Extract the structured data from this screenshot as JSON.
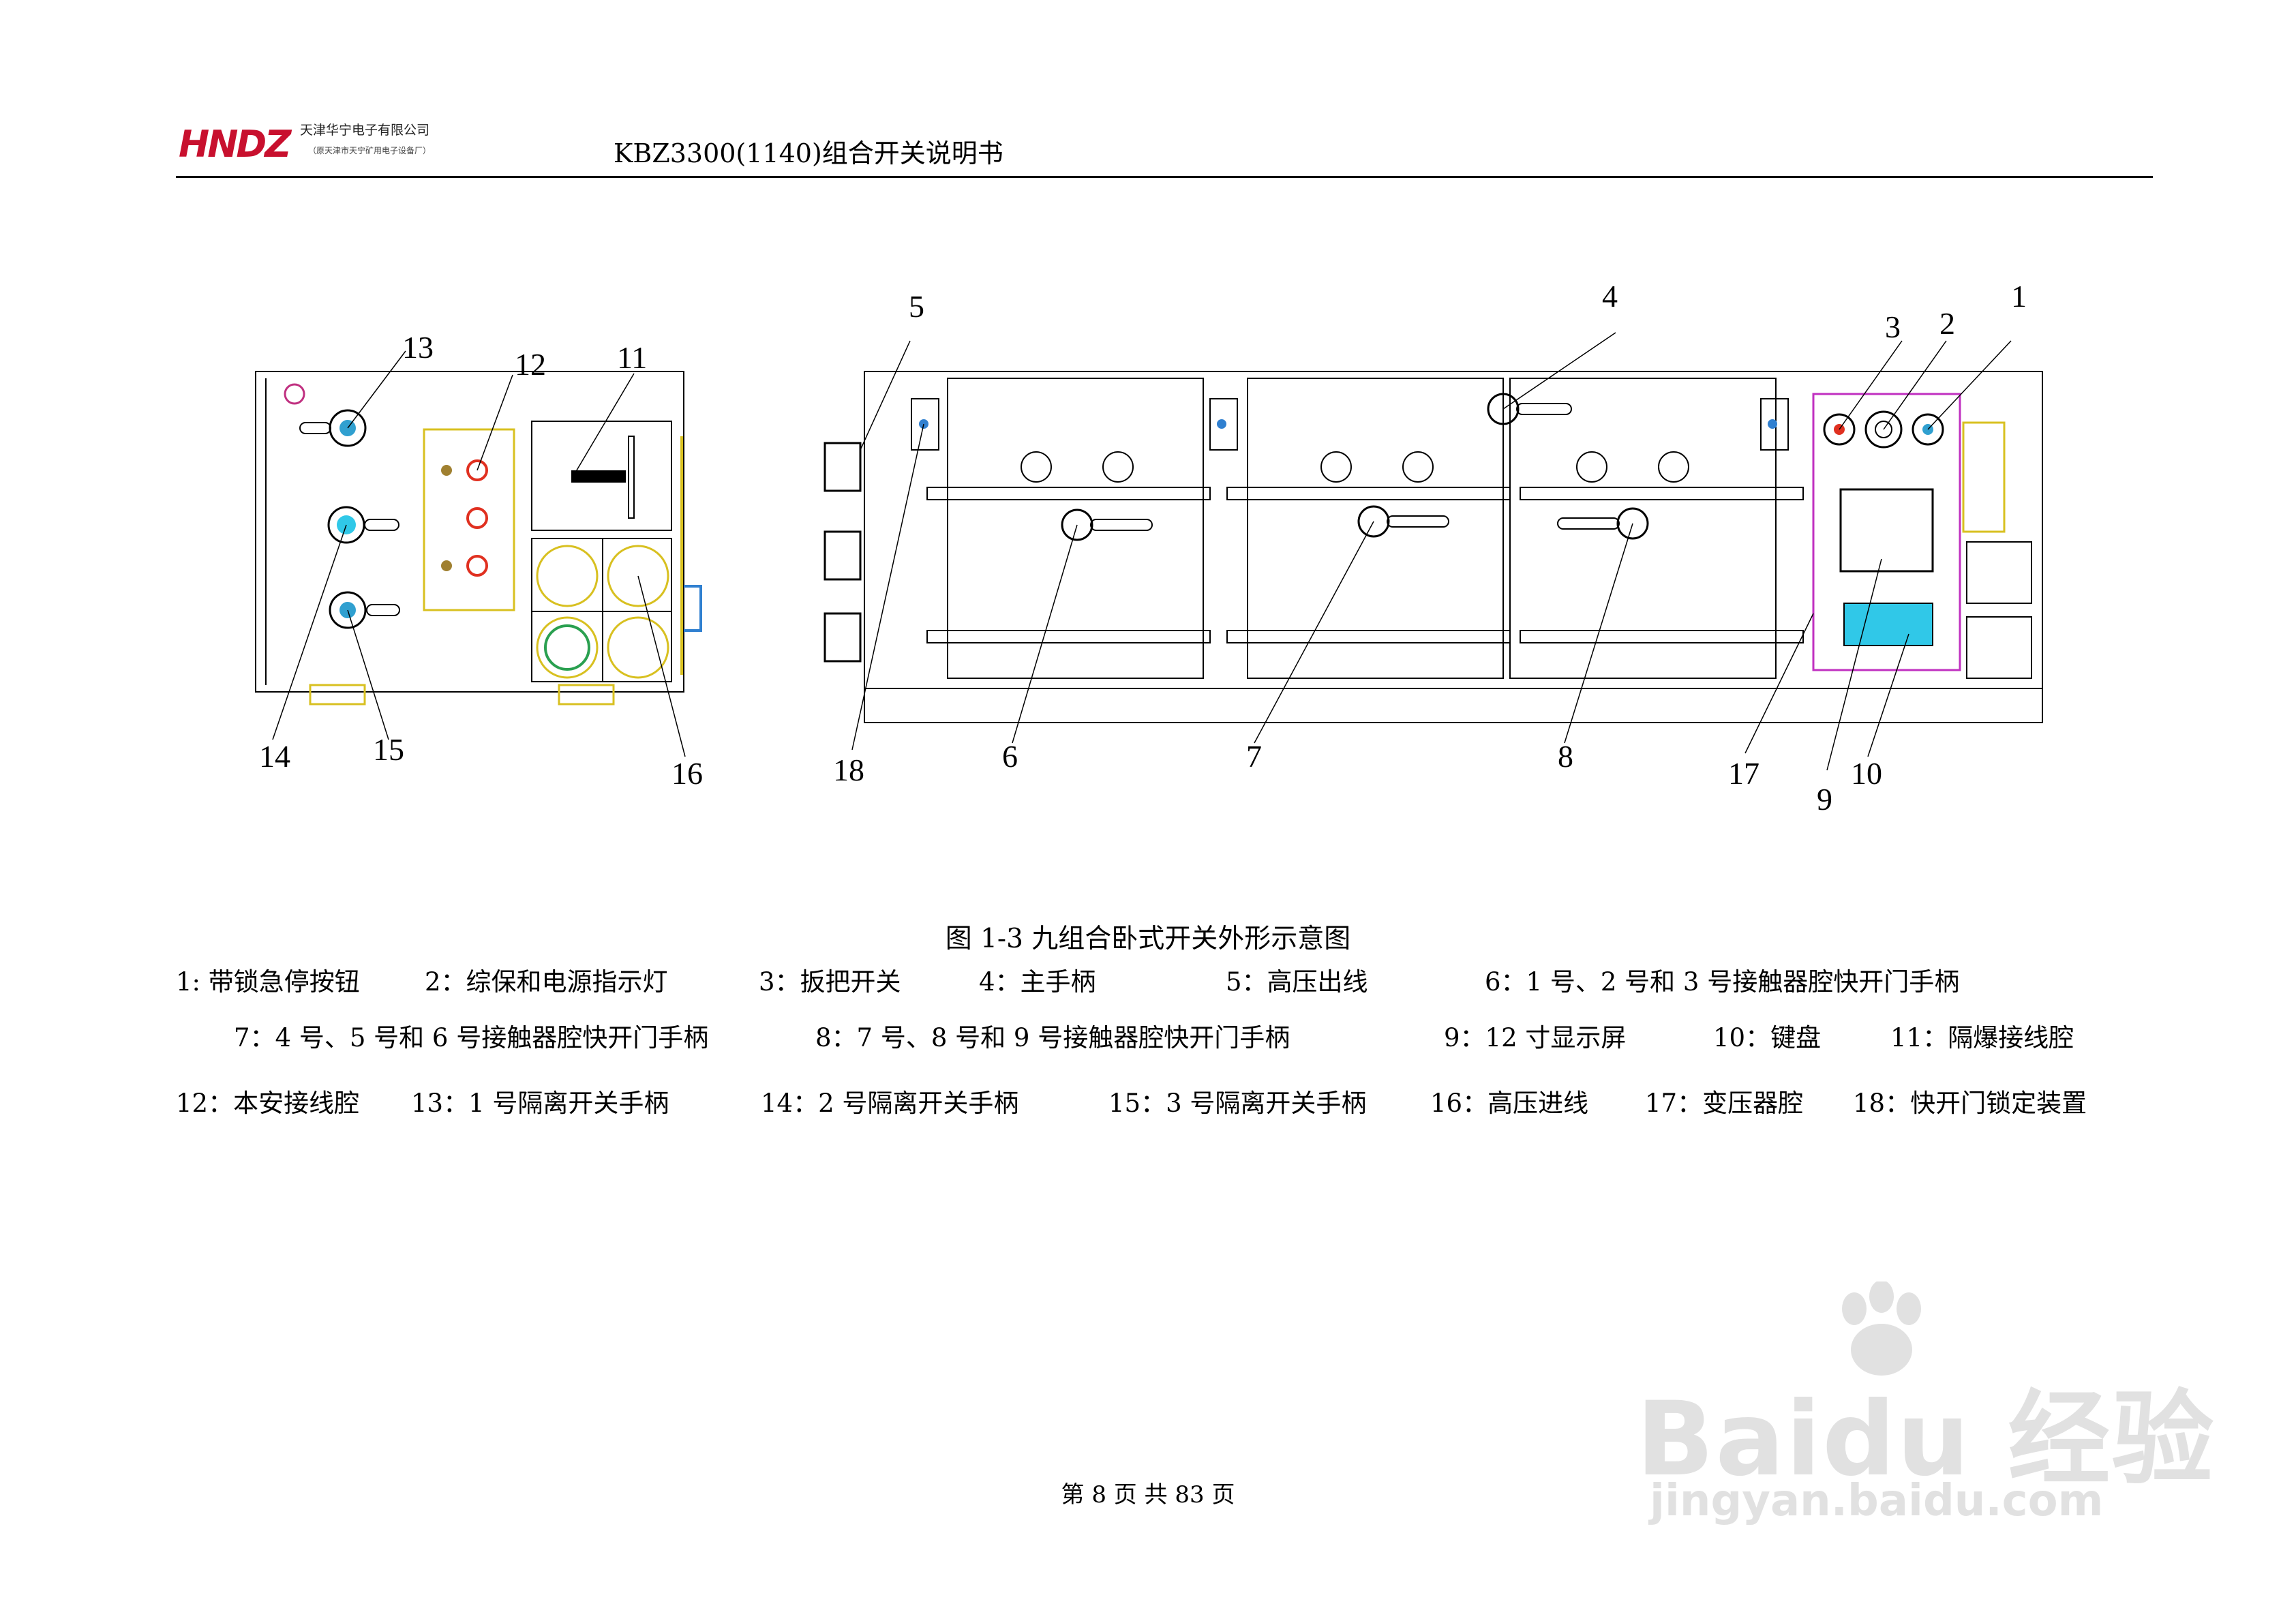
{
  "header": {
    "logo_mark": "HNDZ",
    "company_name": "天津华宁电子有限公司",
    "company_sub": "（原天津市天宁矿用电子设备厂）",
    "doc_title": "KBZ3300(1140)组合开关说明书"
  },
  "figure": {
    "callouts": {
      "n1": "1",
      "n2": "2",
      "n3": "3",
      "n4": "4",
      "n5": "5",
      "n6": "6",
      "n7": "7",
      "n8": "8",
      "n9": "9",
      "n10": "10",
      "n11": "11",
      "n12": "12",
      "n13": "13",
      "n14": "14",
      "n15": "15",
      "n16": "16",
      "n17": "17",
      "n18": "18"
    },
    "caption": "图 1-3  九组合卧式开关外形示意图"
  },
  "legend": {
    "i1": "1: 带锁急停按钮",
    "i2": "2：综保和电源指示灯",
    "i3": "3：扳把开关",
    "i4": "4：主手柄",
    "i5": "5：高压出线",
    "i6": "6：1 号、2 号和 3 号接触器腔快开门手柄",
    "i7": "7：4 号、5 号和 6 号接触器腔快开门手柄",
    "i8": "8：7 号、8 号和 9 号接触器腔快开门手柄",
    "i9": "9：12 寸显示屏",
    "i10": "10：键盘",
    "i11": "11：隔爆接线腔",
    "i12": "12：本安接线腔",
    "i13": "13：1 号隔离开关手柄",
    "i14": "14：2 号隔离开关手柄",
    "i15": "15：3 号隔离开关手柄",
    "i16": "16：高压进线",
    "i17": "17：变压器腔",
    "i18": "18：快开门锁定装置"
  },
  "footer": {
    "page": "第  8 页  共  83 页"
  },
  "watermark": {
    "text": "Baidu 经验",
    "url": "jingyan.baidu.com"
  },
  "colors": {
    "logo_red": "#c8102e",
    "panel_magenta": "#c030c0",
    "lamp_red": "#e03020",
    "display_cyan": "#30c8e8",
    "frame_yellow": "#d8c020"
  }
}
